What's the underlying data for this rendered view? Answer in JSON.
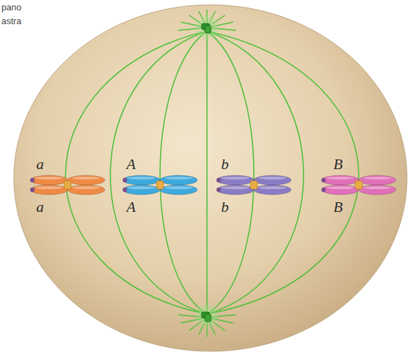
{
  "diagram": {
    "labels": [
      "pano",
      "astra",
      "a",
      "A",
      "b",
      "B",
      "a",
      "A",
      "b",
      "B"
    ]
  }
}
